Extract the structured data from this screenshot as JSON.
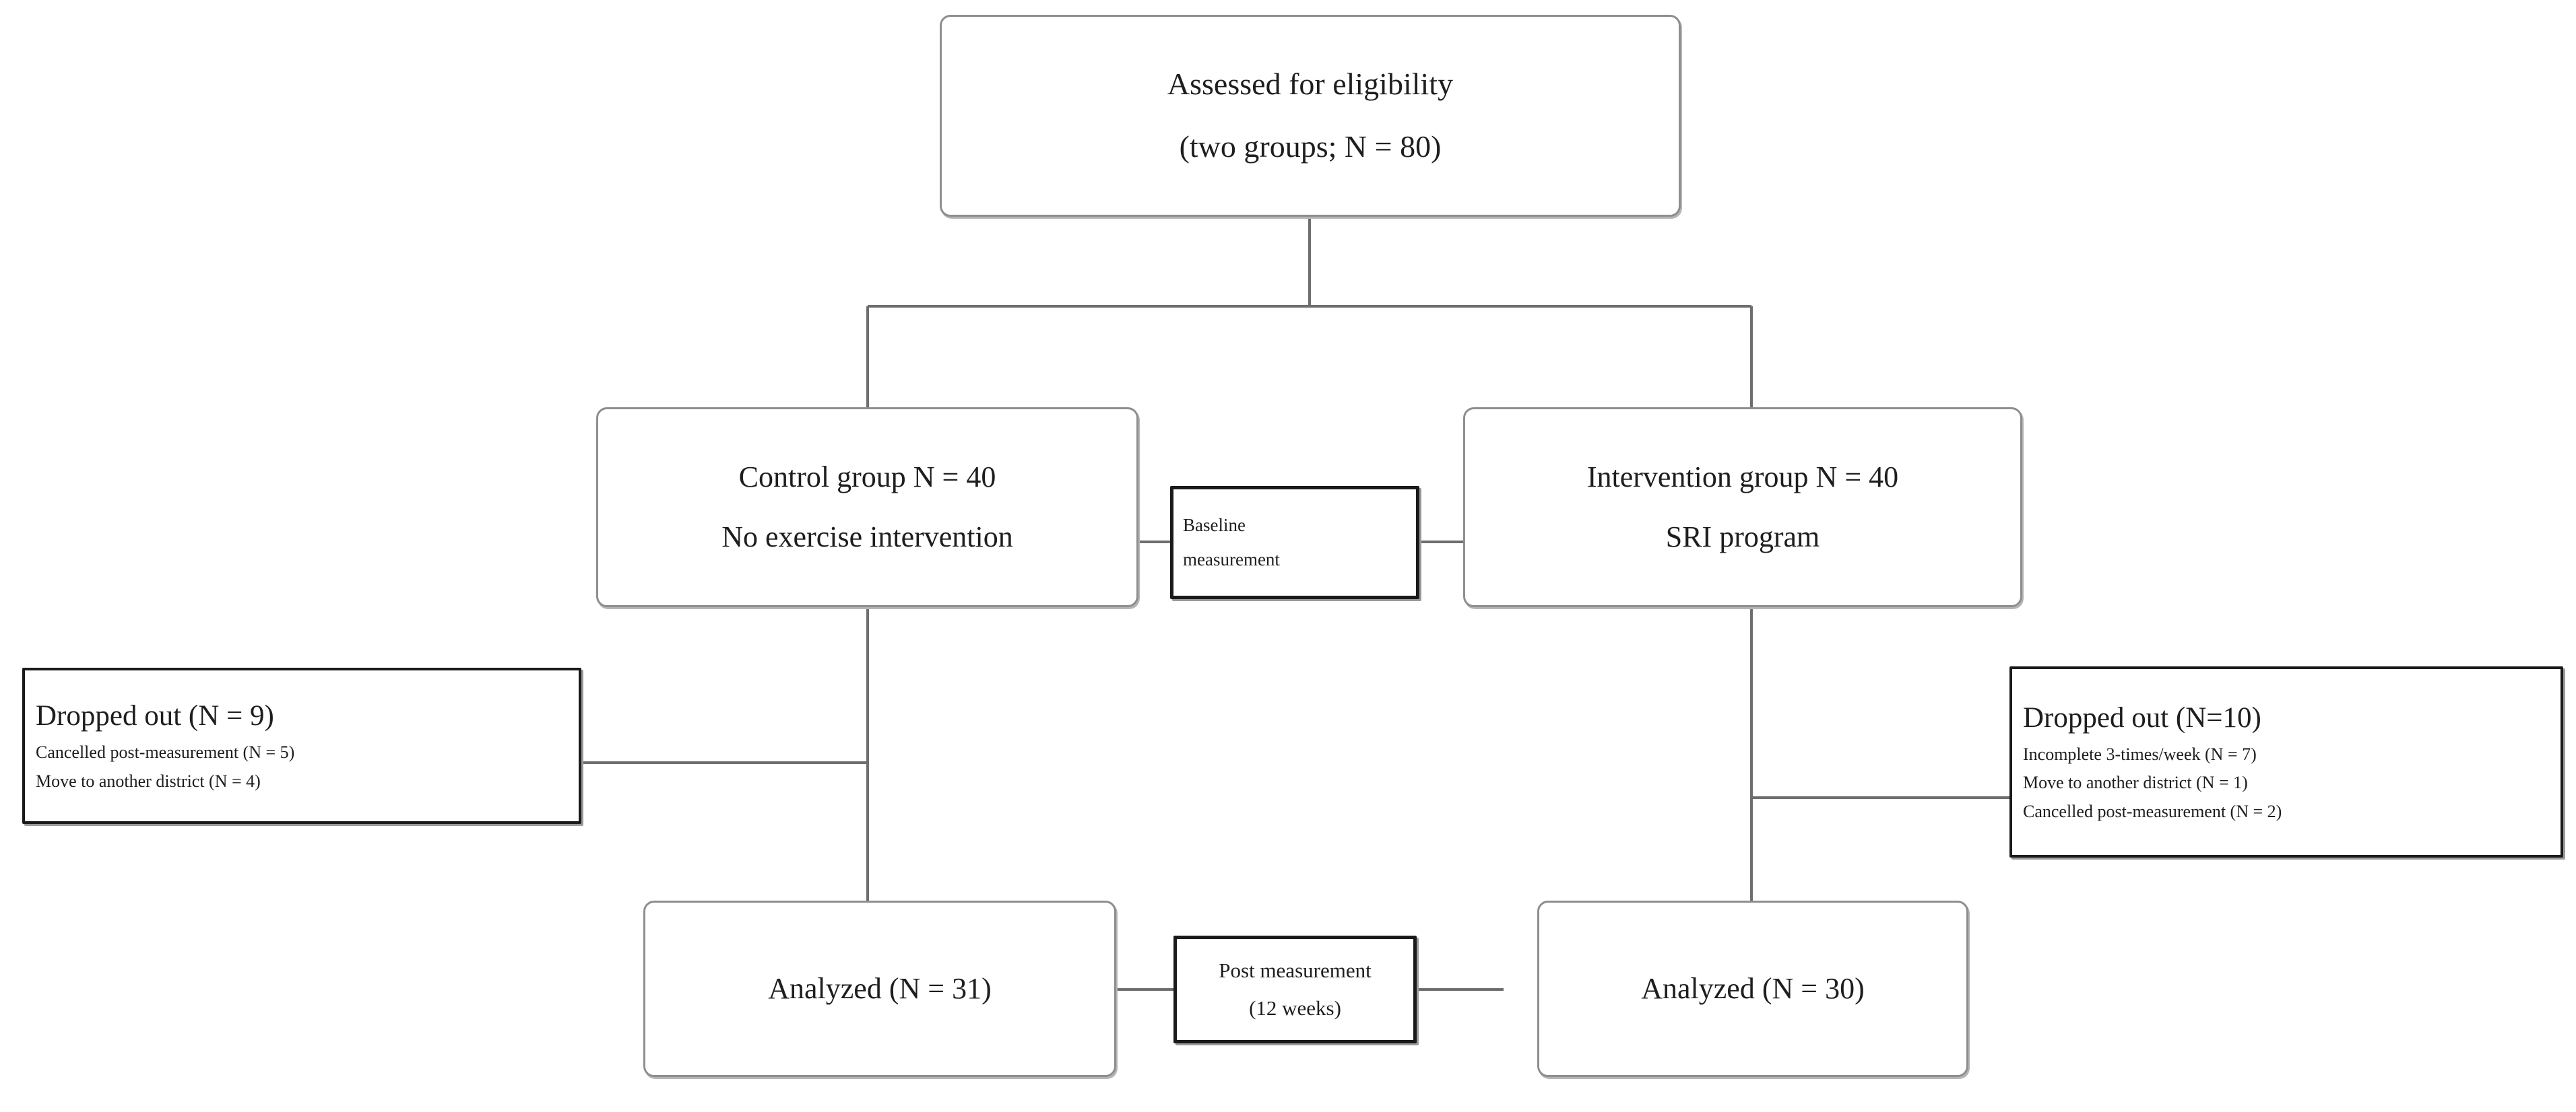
{
  "diagram": {
    "type": "consort-flow-diagram",
    "title": "Participant flow diagram",
    "colors": {
      "node_border_round": "#8e8e8e",
      "node_border_sharp": "#1a1a1a",
      "connector": "#6e6e6e",
      "text": "#1e1e1e",
      "background": "#ffffff"
    }
  },
  "nodes": {
    "eligibility": {
      "line1": "Assessed  for eligibility",
      "line2": "(two groups; N = 80)"
    },
    "control_group": {
      "line1": "Control group N = 40",
      "line2": "No exercise  intervention"
    },
    "intervention_group": {
      "line1": "Intervention  group N = 40",
      "line2": "SRI program"
    },
    "baseline_measurement": {
      "line1": "Baseline",
      "line2": "measurement"
    },
    "dropped_out_control": {
      "heading": "Dropped out (N = 9)",
      "reasons": [
        "Cancelled  post-measurement  (N = 5)",
        "Move to another  district  (N = 4)"
      ]
    },
    "dropped_out_intervention": {
      "heading": "Dropped out (N=10)",
      "reasons": [
        "Incomplete  3-times/week  (N = 7)",
        "Move to another  district  (N = 1)",
        "Cancelled  post-measurement  (N = 2)"
      ]
    },
    "analyzed_control": {
      "line1": "Analyzed  (N = 31)"
    },
    "analyzed_intervention": {
      "line1": "Analyzed  (N = 30)"
    },
    "post_measurement": {
      "line1": "Post measurement",
      "line2": "(12 weeks)"
    }
  },
  "chart_data": {
    "type": "diagram",
    "title": "CONSORT participant flow",
    "stages": [
      {
        "stage": "Assessed for eligibility",
        "n": 80,
        "note": "two groups"
      },
      {
        "stage": "Control group",
        "n": 40,
        "note": "No exercise intervention"
      },
      {
        "stage": "Intervention group",
        "n": 40,
        "note": "SRI program"
      },
      {
        "stage": "Dropped out (control)",
        "n": 9,
        "breakdown": [
          {
            "reason": "Cancelled post-measurement",
            "n": 5
          },
          {
            "reason": "Move to another district",
            "n": 4
          }
        ]
      },
      {
        "stage": "Dropped out (intervention)",
        "n": 10,
        "breakdown": [
          {
            "reason": "Incomplete 3-times/week",
            "n": 7
          },
          {
            "reason": "Move to another district",
            "n": 1
          },
          {
            "reason": "Cancelled post-measurement",
            "n": 2
          }
        ]
      },
      {
        "stage": "Analyzed (control)",
        "n": 31
      },
      {
        "stage": "Analyzed (intervention)",
        "n": 30
      }
    ],
    "timepoints": [
      "Baseline measurement",
      "Post measurement (12 weeks)"
    ]
  }
}
